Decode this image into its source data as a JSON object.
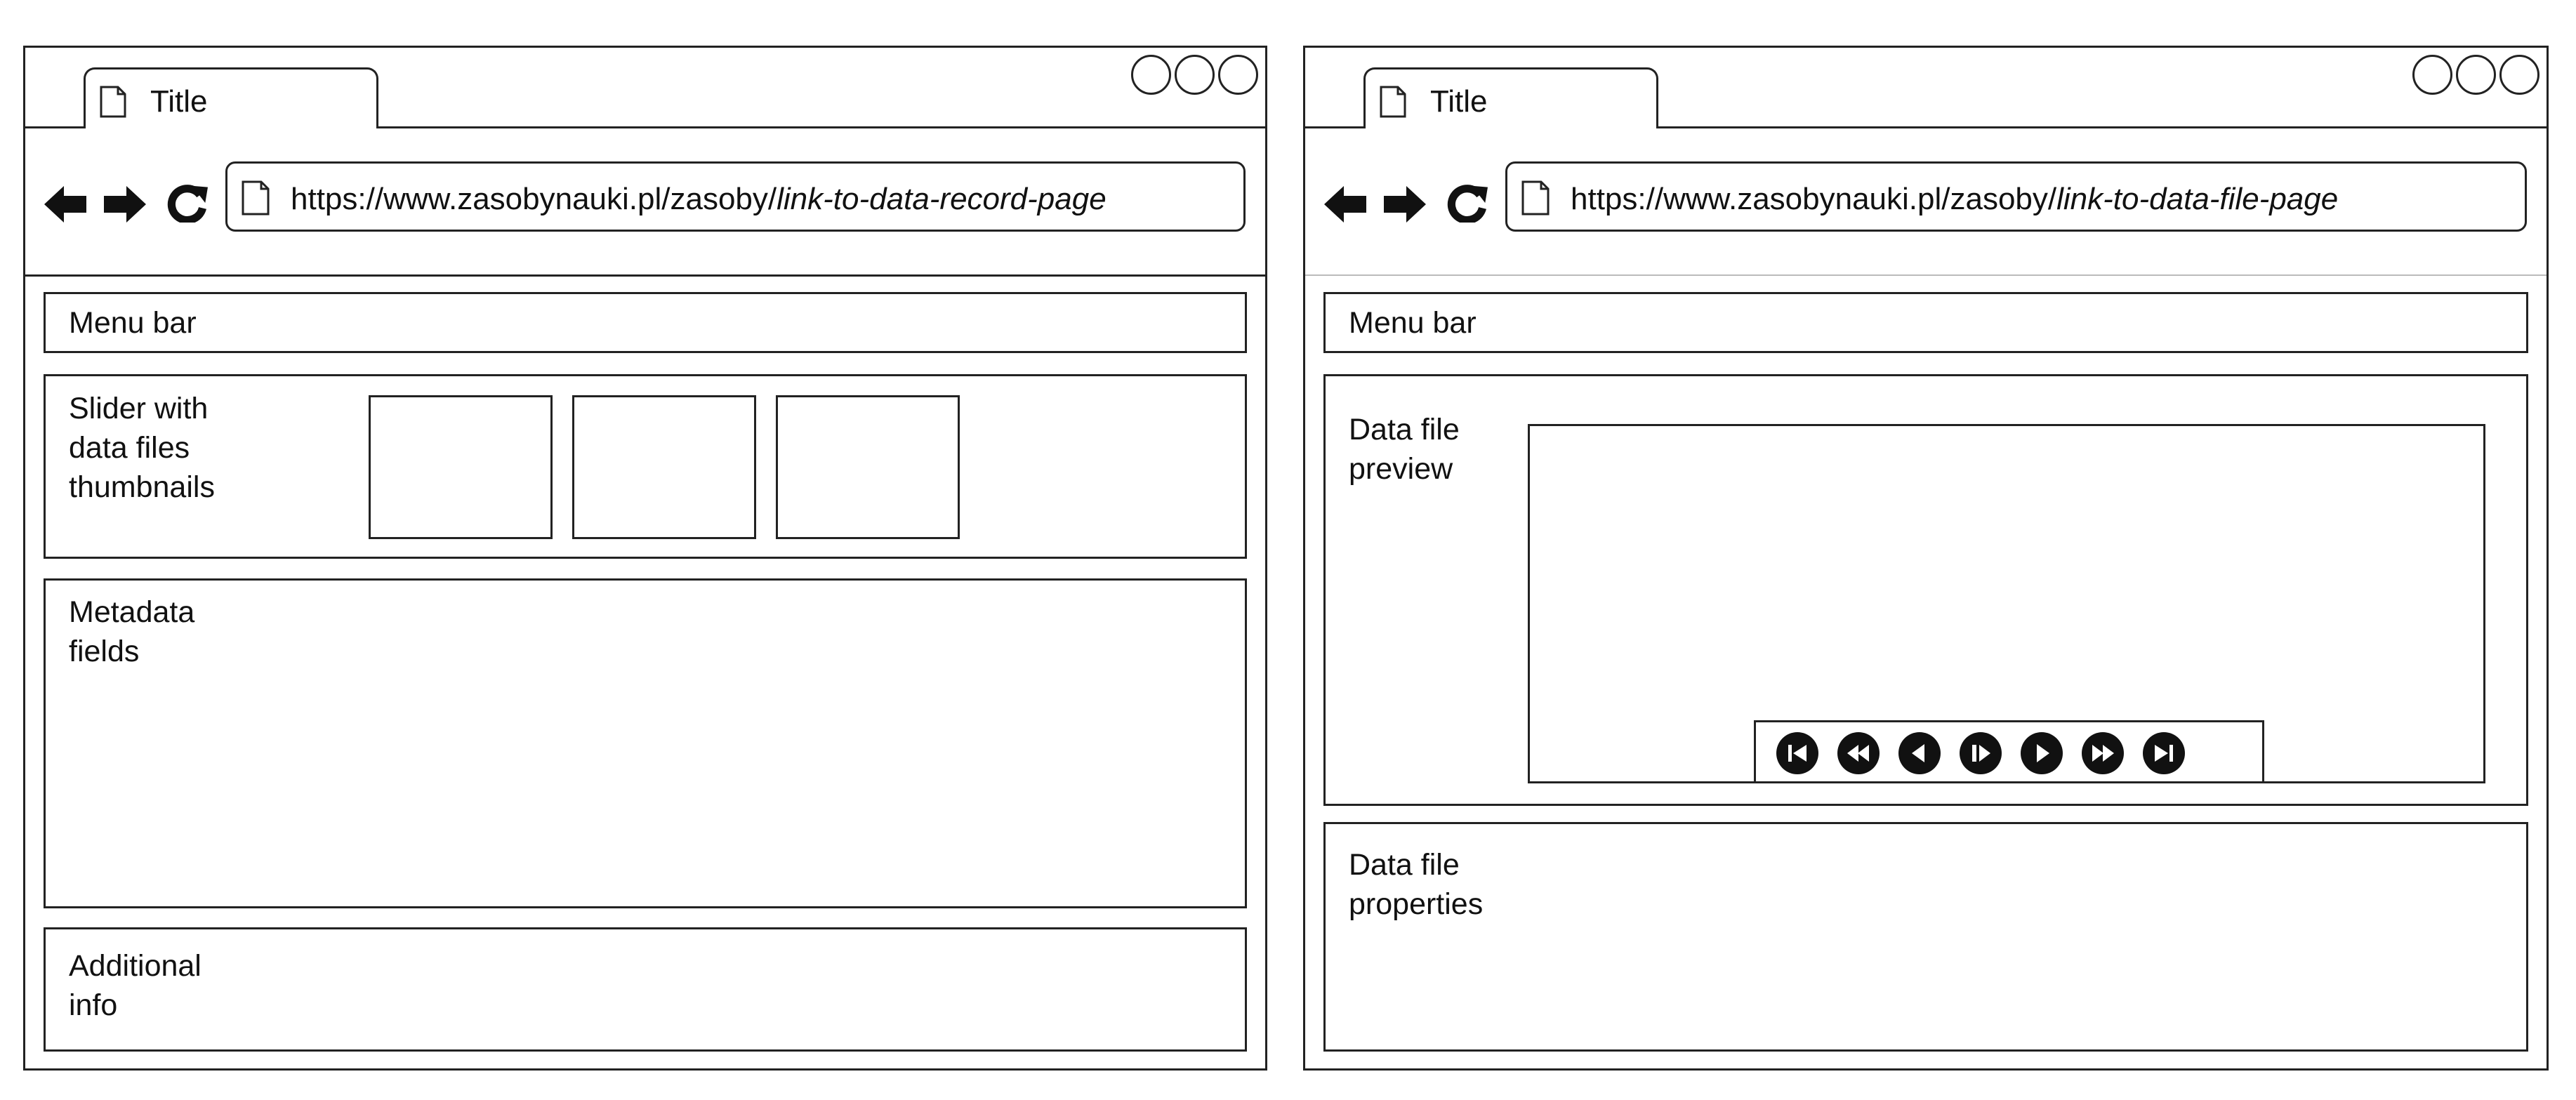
{
  "left_window": {
    "tab": {
      "title": "Title"
    },
    "url": {
      "base": "https://www.zasobynauki.pl/zasoby/",
      "path": "link-to-data-record-page"
    },
    "menu_bar": "Menu bar",
    "slider": {
      "label": "Slider with\ndata  files\nthumbnails",
      "thumbnail_count": 3
    },
    "metadata": {
      "label": "Metadata\nfields"
    },
    "additional": {
      "label": "Additional\ninfo"
    }
  },
  "right_window": {
    "tab": {
      "title": "Title"
    },
    "url": {
      "base": "https://www.zasobynauki.pl/zasoby/",
      "path": "link-to-data-file-page"
    },
    "menu_bar": "Menu bar",
    "preview": {
      "label": "Data file\npreview"
    },
    "player_controls": [
      "skip-to-start-icon",
      "rewind-icon",
      "step-back-icon",
      "pause-icon",
      "play-icon",
      "fast-forward-icon",
      "skip-to-end-icon"
    ],
    "properties": {
      "label": "Data file\nproperties"
    }
  },
  "icons": {
    "nav": [
      "back-arrow-icon",
      "forward-arrow-icon",
      "reload-icon"
    ],
    "page": "document-icon",
    "window_controls": [
      "window-control-icon",
      "window-control-icon",
      "window-control-icon"
    ]
  },
  "colors": {
    "stroke": "#222222",
    "background": "#ffffff"
  }
}
